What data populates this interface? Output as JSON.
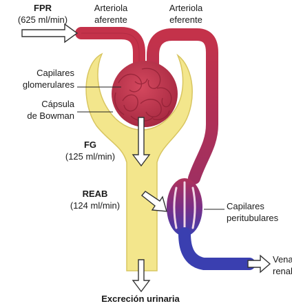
{
  "colors": {
    "arteriole": "#c4324a",
    "arteriole_dark": "#8e1f33",
    "capsule": "#f3e68c",
    "capsule_edge": "#d8c560",
    "venous": "#3a3fb0",
    "peritubular": "#7a2f86",
    "arrow_fill": "#ffffff",
    "arrow_stroke": "#333333"
  },
  "labels": {
    "fpr": {
      "title": "FPR",
      "value": "(625 ml/min)"
    },
    "arteriola_aferente": {
      "line1": "Arteriola",
      "line2": "aferente"
    },
    "arteriola_eferente": {
      "line1": "Arteriola",
      "line2": "eferente"
    },
    "capilares_glomerulares": {
      "line1": "Capilares",
      "line2": "glomerulares"
    },
    "capsula_bowman": {
      "line1": "Cápsula",
      "line2": "de Bowman"
    },
    "fg": {
      "title": "FG",
      "value": "(125 ml/min)"
    },
    "reab": {
      "title": "REAB",
      "value": "(124 ml/min)"
    },
    "capilares_peritubulares": {
      "line1": "Capilares",
      "line2": "peritubulares"
    },
    "vena_renal": {
      "line1": "Vena",
      "line2": "renal"
    },
    "excrecion": "Excreción urinaria"
  }
}
